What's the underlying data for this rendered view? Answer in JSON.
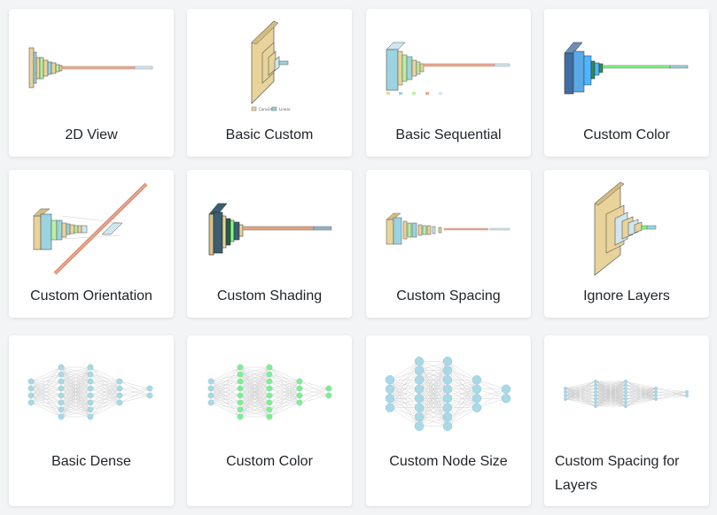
{
  "gallery": {
    "row1": [
      "2D View",
      "Basic Custom",
      "Basic Sequential",
      "Custom Color"
    ],
    "row2": [
      "Custom Orientation",
      "Custom Shading",
      "Custom Spacing",
      "Ignore Layers"
    ],
    "row3": [
      "Basic Dense",
      "Custom Color",
      "Custom Node Size",
      "Custom Spacing for Layers"
    ]
  }
}
